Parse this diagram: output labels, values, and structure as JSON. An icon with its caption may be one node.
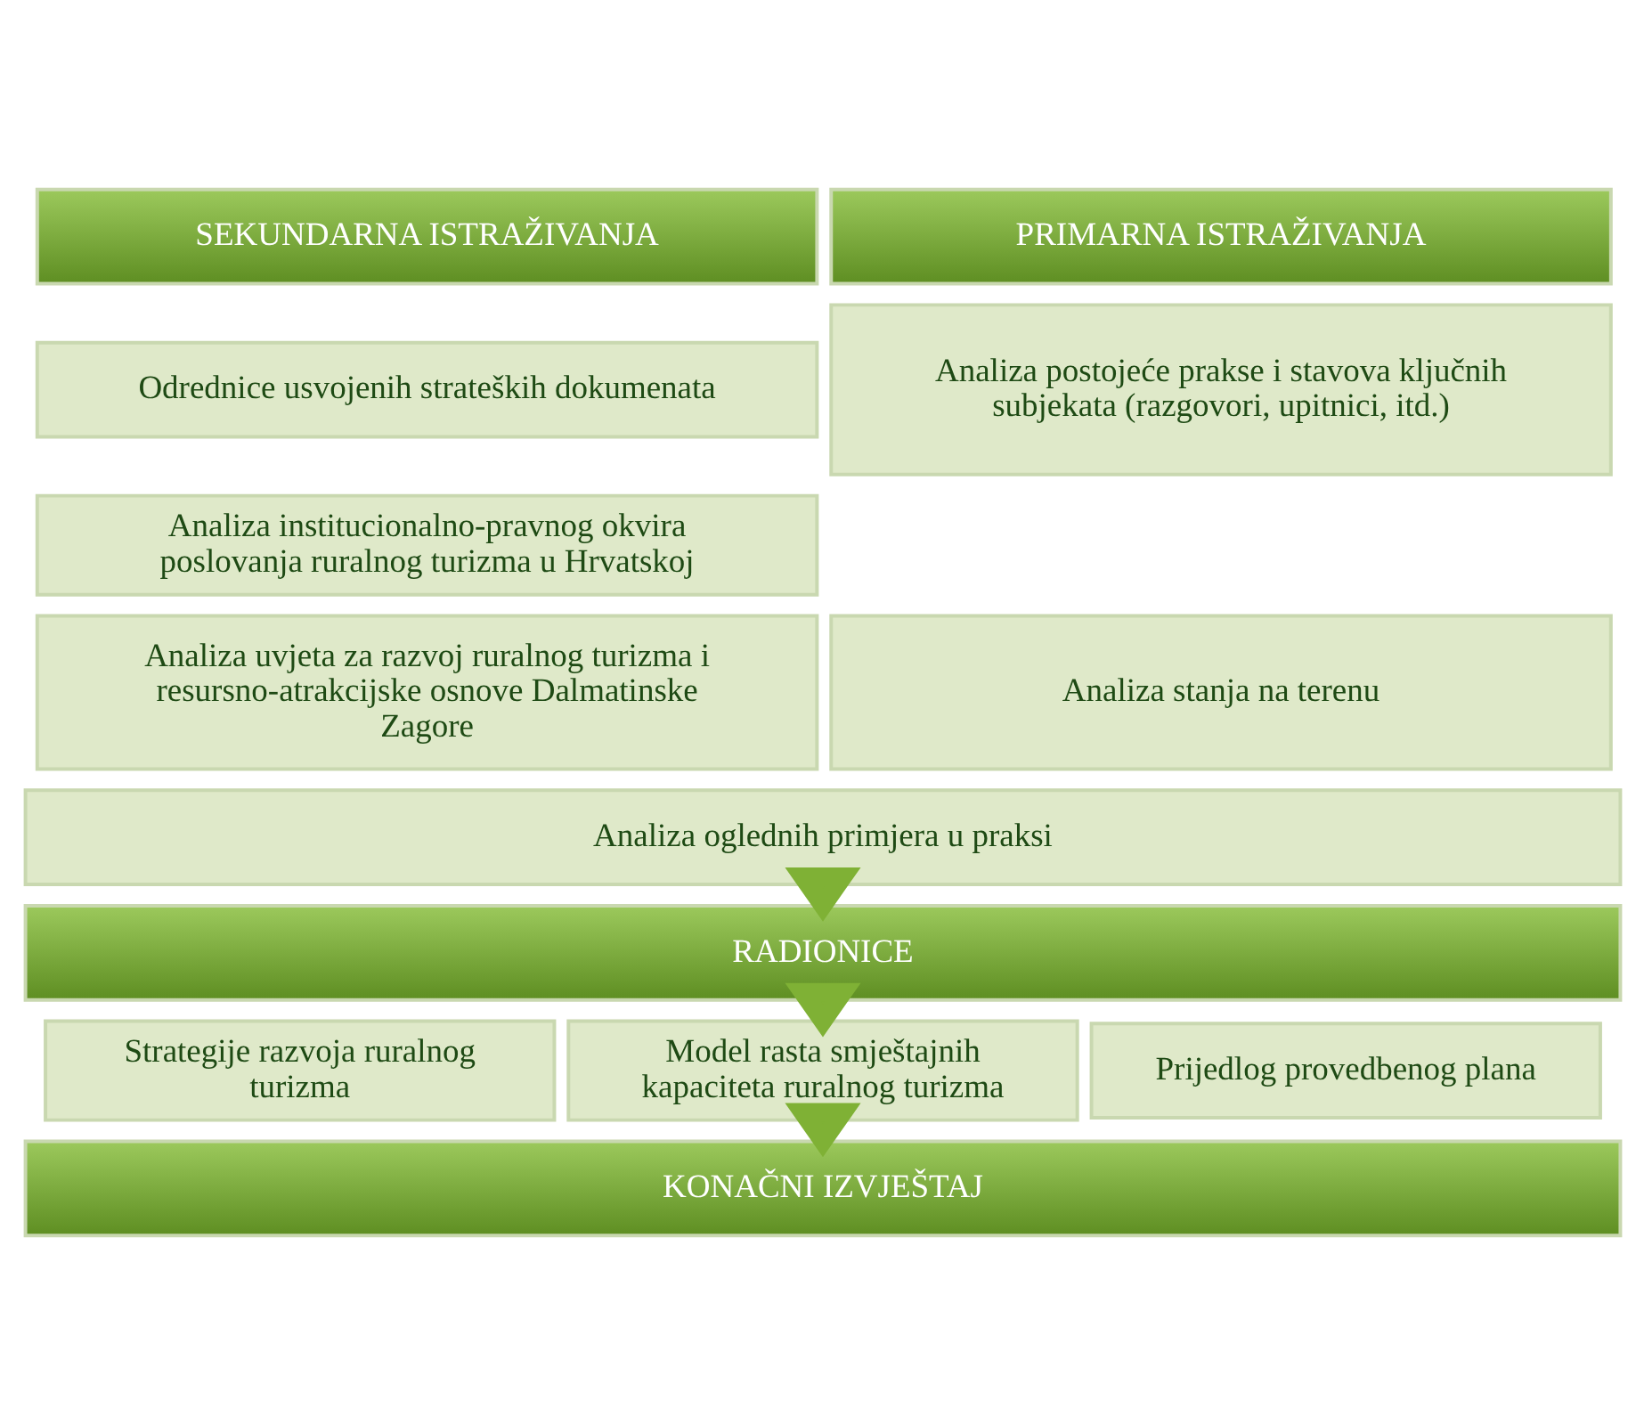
{
  "diagram": {
    "nodes": [
      {
        "text": [
          "SEKUNDARNA ISTRAŽIVANJA"
        ]
      },
      {
        "text": [
          "PRIMARNA ISTRAŽIVANJA"
        ]
      },
      {
        "text": [
          "Odrednice usvojenih strateških dokumenata"
        ]
      },
      {
        "text": [
          "Analiza institucionalno-pravnog okvira poslovanja ruralnog turizma u Hrvatskoj"
        ]
      },
      {
        "text": [
          "Analiza uvjeta za razvoj ruralnog turizma i resursno-atrakcijske osnove Dalmatinske Zagore"
        ]
      },
      {
        "text": [
          "Analiza postojeće prakse i stavova ključnih subjekata (razgovori, upitnici, itd.)"
        ]
      },
      {
        "text": [
          "Analiza stanja na terenu"
        ]
      },
      {
        "text": [
          "Analiza oglednih primjera u praksi"
        ]
      },
      {
        "text": [
          "RADIONICE"
        ]
      },
      {
        "text": [
          "Strategije razvoja ruralnog turizma"
        ]
      },
      {
        "text": [
          "Model rasta smještajnih kapaciteta ruralnog turizma"
        ]
      },
      {
        "text": [
          "Prijedlog provedbenog plana"
        ]
      },
      {
        "text": [
          "KONAČNI IZVJEŠTAJ"
        ]
      }
    ],
    "edges": [
      {
        "from": 7,
        "to": 8,
        "arrow": "to",
        "style": "thick"
      },
      {
        "from": 8,
        "to": 10,
        "arrow": "to",
        "style": "thick"
      },
      {
        "from": 10,
        "to": 12,
        "arrow": "to",
        "style": "thick"
      }
    ]
  }
}
